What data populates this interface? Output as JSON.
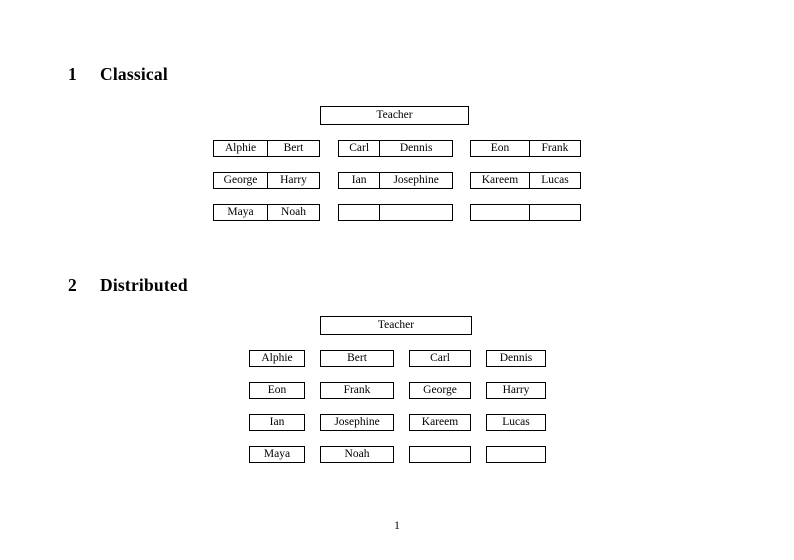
{
  "document": {
    "page_number": "1",
    "background_color": "#ffffff",
    "text_color": "#000000",
    "border_color": "#000000"
  },
  "sections": [
    {
      "number": "1",
      "title": "Classical",
      "teacher_label": "Teacher",
      "layout": "grouped",
      "groups": [
        {
          "rows": [
            [
              "Alphie",
              "Bert"
            ],
            [
              "George",
              "Harry"
            ],
            [
              "Maya",
              "Noah"
            ]
          ]
        },
        {
          "rows": [
            [
              "Carl",
              "Dennis"
            ],
            [
              "Ian",
              "Josephine"
            ],
            [
              "",
              ""
            ]
          ]
        },
        {
          "rows": [
            [
              "Eon",
              "Frank"
            ],
            [
              "Kareem",
              "Lucas"
            ],
            [
              "",
              ""
            ]
          ]
        }
      ]
    },
    {
      "number": "2",
      "title": "Distributed",
      "teacher_label": "Teacher",
      "layout": "separate",
      "rows": [
        [
          "Alphie",
          "Bert",
          "Carl",
          "Dennis"
        ],
        [
          "Eon",
          "Frank",
          "George",
          "Harry"
        ],
        [
          "Ian",
          "Josephine",
          "Kareem",
          "Lucas"
        ],
        [
          "Maya",
          "Noah",
          "",
          ""
        ]
      ]
    }
  ]
}
